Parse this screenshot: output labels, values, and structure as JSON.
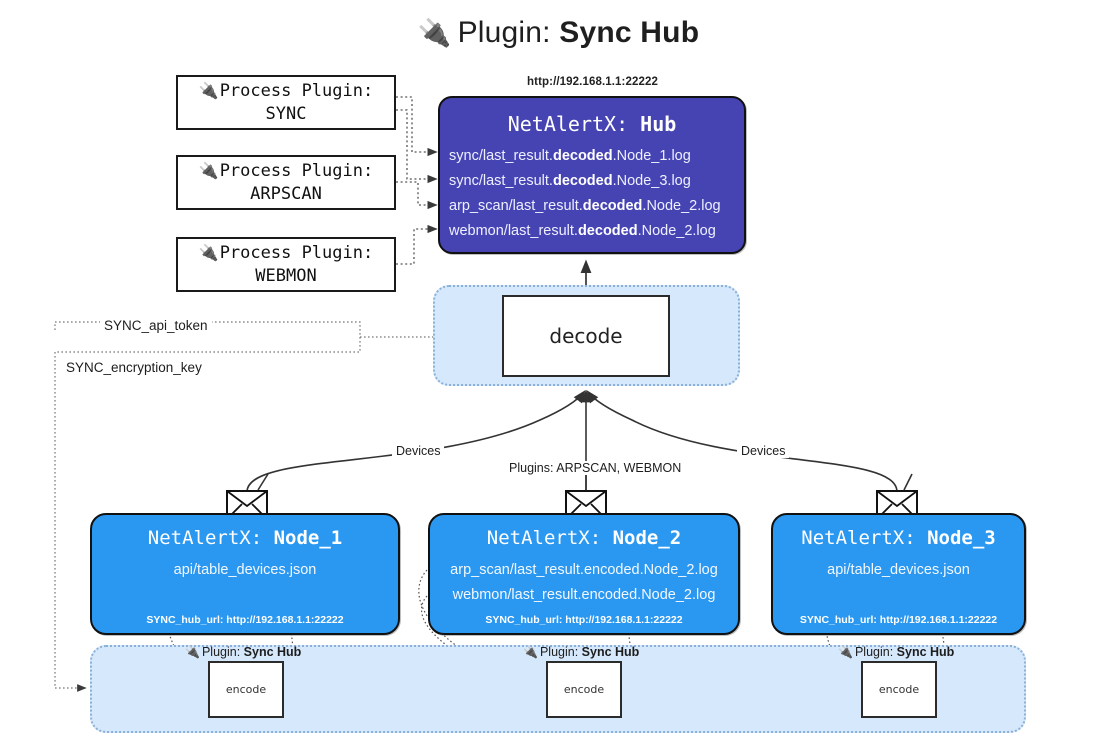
{
  "title": {
    "icon": "plug-icon",
    "prefix": "Plugin:",
    "name": "Sync Hub"
  },
  "process_plugins": [
    {
      "icon": "plug-icon",
      "line1": "Process Plugin:",
      "line2": "SYNC"
    },
    {
      "icon": "plug-icon",
      "line1": "Process Plugin:",
      "line2": "ARPSCAN"
    },
    {
      "icon": "plug-icon",
      "line1": "Process Plugin:",
      "line2": "WEBMON"
    }
  ],
  "hub": {
    "url": "http://192.168.1.1:22222",
    "title_prefix": "NetAlertX:",
    "title_name": "Hub",
    "rows": [
      {
        "pre": "sync/last_result.",
        "strong": "decoded",
        "post": ".Node_1.log"
      },
      {
        "pre": "sync/last_result.",
        "strong": "decoded",
        "post": ".Node_3.log"
      },
      {
        "pre": "arp_scan/last_result.",
        "strong": "decoded",
        "post": ".Node_2.log"
      },
      {
        "pre": "webmon/last_result.",
        "strong": "decoded",
        "post": ".Node_2.log"
      }
    ]
  },
  "decode": {
    "label": "decode"
  },
  "tokens": {
    "api_token": "SYNC_api_token",
    "encryption_key": "SYNC_encryption_key"
  },
  "edge_labels": {
    "devices_left": "Devices",
    "devices_right": "Devices",
    "plugins": "Plugins: ARPSCAN, WEBMON"
  },
  "nodes": [
    {
      "title_prefix": "NetAlertX:",
      "title_name": "Node_1",
      "lines": [
        "api/table_devices.json"
      ],
      "footer": "SYNC_hub_url: http://192.168.1.1:22222",
      "envelope_icon": "envelope-icon"
    },
    {
      "title_prefix": "NetAlertX:",
      "title_name": "Node_2",
      "lines": [
        "arp_scan/last_result.encoded.Node_2.log",
        "webmon/last_result.encoded.Node_2.log"
      ],
      "footer": "SYNC_hub_url: http://192.168.1.1:22222",
      "envelope_icon": "envelope-icon"
    },
    {
      "title_prefix": "NetAlertX:",
      "title_name": "Node_3",
      "lines": [
        "api/table_devices.json"
      ],
      "footer": "SYNC_hub_url: http://192.168.1.1:22222",
      "envelope_icon": "envelope-icon"
    }
  ],
  "encode_sections": [
    {
      "icon": "plug-icon",
      "caption_prefix": "Plugin:",
      "caption_name": "Sync Hub",
      "box_label": "encode"
    },
    {
      "icon": "plug-icon",
      "caption_prefix": "Plugin:",
      "caption_name": "Sync Hub",
      "box_label": "encode"
    },
    {
      "icon": "plug-icon",
      "caption_prefix": "Plugin:",
      "caption_name": "Sync Hub",
      "box_label": "encode"
    }
  ],
  "colors": {
    "hub_fill": "#4644b3",
    "node_fill": "#2a97f0",
    "container_fill": "#d6e8fb",
    "container_border": "#8ab0d8",
    "stroke": "#111111",
    "background": "#ffffff"
  }
}
